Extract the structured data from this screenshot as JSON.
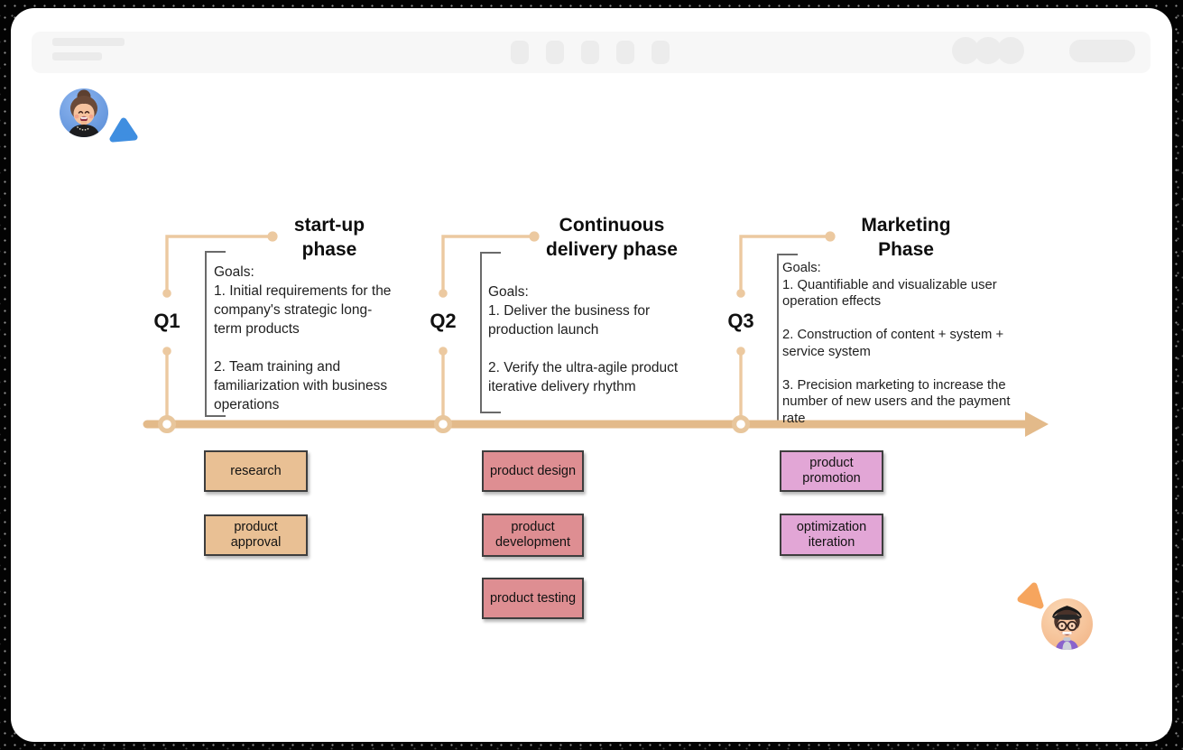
{
  "app": {
    "toolbar": {
      "left_placeholder_lines": 2,
      "tool_button_placeholders": 5,
      "collaborator_avatar_placeholders": 3,
      "action_button_placeholders": 1
    }
  },
  "collaborators": [
    {
      "name": "collaborator-blue",
      "avatar": "woman-bun-black-top-avatar",
      "cursor_color": "#3f8ee0",
      "location": "top-left"
    },
    {
      "name": "collaborator-orange",
      "avatar": "man-cap-glasses-purple-jacket-avatar",
      "cursor_color": "#f6a55e",
      "location": "bottom-right"
    }
  ],
  "diagram": {
    "type": "quarterly-roadmap-timeline",
    "timeline_color": "#e3ba8a",
    "connector_color": "#ecc9a0",
    "bracket_color": "#6a6a6a",
    "phases": [
      {
        "quarter": "Q1",
        "title": "start-up\nphase",
        "goals_label": "Goals:",
        "goals": [
          "1. Initial requirements for the\ncompany's strategic long-\nterm products",
          "2. Team training and\nfamiliarization with business\noperations"
        ],
        "task_color": "#e9c094",
        "tasks": [
          "research",
          "product\napproval"
        ]
      },
      {
        "quarter": "Q2",
        "title": "Continuous\ndelivery phase",
        "goals_label": "Goals:",
        "goals": [
          "1. Deliver the business for\nproduction launch",
          "2. Verify the ultra-agile product\niterative delivery rhythm"
        ],
        "task_color": "#de8e92",
        "tasks": [
          "product design",
          "product\ndevelopment",
          "product testing"
        ]
      },
      {
        "quarter": "Q3",
        "title": "Marketing\nPhase",
        "goals_label": "Goals:",
        "goals": [
          "1. Quantifiable and visualizable user\noperation effects",
          "2. Construction of content + system +\nservice system",
          "3. Precision marketing to increase the\nnumber of new users and the payment\nrate"
        ],
        "task_color": "#e2a6d6",
        "tasks": [
          "product\npromotion",
          "optimization\niteration"
        ]
      }
    ]
  }
}
